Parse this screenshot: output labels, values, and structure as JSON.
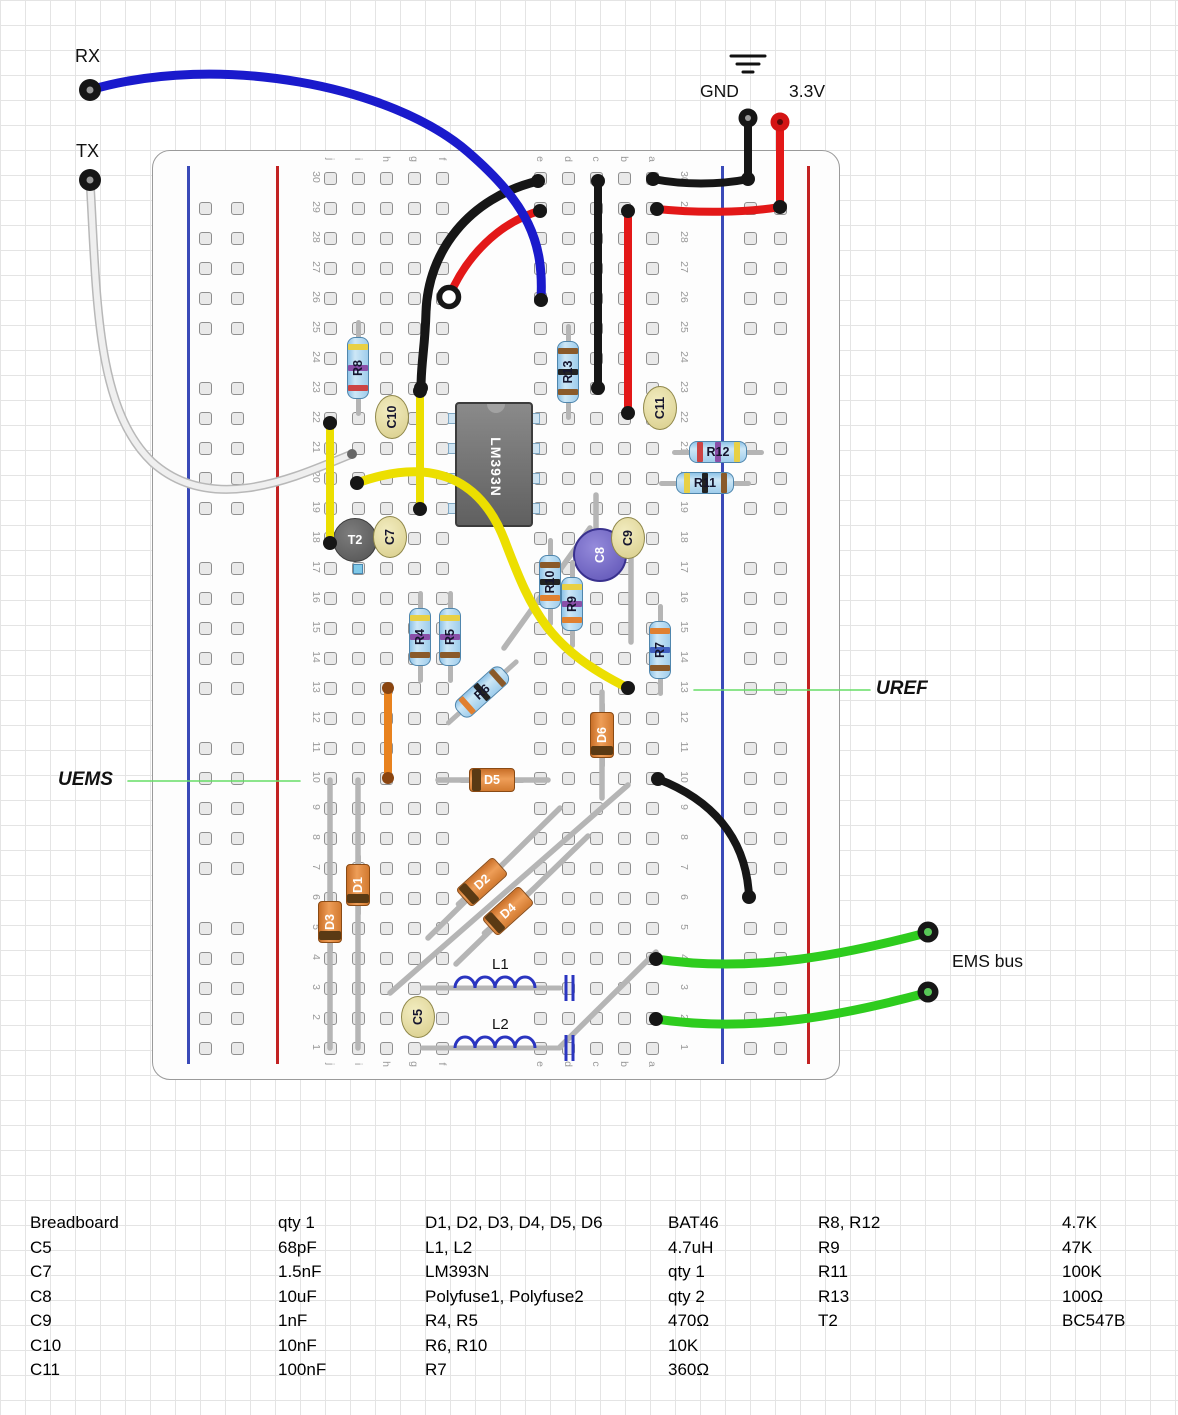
{
  "labels": {
    "rx": "RX",
    "tx": "TX",
    "gnd": "GND",
    "v33": "3.3V",
    "uref": "UREF",
    "uems": "UEMS",
    "ems_bus": "EMS bus"
  },
  "breadboard": {
    "rows": 30,
    "columns_left": [
      "j",
      "i",
      "h",
      "g",
      "f"
    ],
    "columns_right": [
      "e",
      "d",
      "c",
      "b",
      "a"
    ]
  },
  "components": [
    {
      "id": "LM393N",
      "kind": "ic",
      "label": "LM393N"
    },
    {
      "id": "T2",
      "kind": "transistor",
      "label": "T2"
    },
    {
      "id": "C7",
      "kind": "capacitor",
      "label": "C7"
    },
    {
      "id": "C10",
      "kind": "capacitor",
      "label": "C10"
    },
    {
      "id": "C11",
      "kind": "capacitor",
      "label": "C11"
    },
    {
      "id": "R8",
      "kind": "resistor",
      "label": "R8"
    },
    {
      "id": "R13",
      "kind": "resistor",
      "label": "R13"
    },
    {
      "id": "R12",
      "kind": "resistor",
      "label": "R12"
    },
    {
      "id": "R11",
      "kind": "resistor",
      "label": "R11"
    },
    {
      "id": "C8",
      "kind": "capacitor_electrolytic",
      "label": "C8"
    },
    {
      "id": "C9",
      "kind": "capacitor",
      "label": "C9"
    },
    {
      "id": "R10",
      "kind": "resistor",
      "label": "R10"
    },
    {
      "id": "R9",
      "kind": "resistor",
      "label": "R9"
    },
    {
      "id": "R4",
      "kind": "resistor",
      "label": "R4"
    },
    {
      "id": "R5",
      "kind": "resistor",
      "label": "R5"
    },
    {
      "id": "R7",
      "kind": "resistor",
      "label": "R7"
    },
    {
      "id": "R6",
      "kind": "resistor",
      "label": "R6"
    },
    {
      "id": "D6",
      "kind": "diode",
      "label": "D6"
    },
    {
      "id": "D5",
      "kind": "diode",
      "label": "D5"
    },
    {
      "id": "D1",
      "kind": "diode",
      "label": "D1"
    },
    {
      "id": "D3",
      "kind": "diode",
      "label": "D3"
    },
    {
      "id": "D2",
      "kind": "diode",
      "label": "D2"
    },
    {
      "id": "D4",
      "kind": "diode",
      "label": "D4"
    },
    {
      "id": "L1",
      "kind": "inductor",
      "label": "L1"
    },
    {
      "id": "L2",
      "kind": "inductor",
      "label": "L2"
    },
    {
      "id": "C5",
      "kind": "capacitor",
      "label": "C5"
    }
  ],
  "bom": {
    "rows": [
      [
        "Breadboard",
        "qty 1",
        "D1, D2, D3, D4, D5, D6",
        "BAT46",
        "R8, R12",
        "4.7K"
      ],
      [
        "C5",
        "68pF",
        "L1, L2",
        "4.7uH",
        "R9",
        "47K"
      ],
      [
        "C7",
        "1.5nF",
        "LM393N",
        "qty 1",
        "R11",
        "100K"
      ],
      [
        "C8",
        "10uF",
        "Polyfuse1, Polyfuse2",
        "qty 2",
        "R13",
        "100Ω"
      ],
      [
        "C9",
        "1nF",
        "R4, R5",
        "470Ω",
        "T2",
        "BC547B"
      ],
      [
        "C10",
        "10nF",
        "R6, R10",
        "10K",
        "",
        ""
      ],
      [
        "C11",
        "100nF",
        "R7",
        "360Ω",
        "",
        ""
      ]
    ]
  },
  "palette": {
    "wire_blue": "#1a1acc",
    "wire_red": "#e31818",
    "wire_black": "#161616",
    "wire_white": "#efefef",
    "wire_yellow": "#ecdf00",
    "wire_green": "#2ecc1e",
    "wire_orange": "#e8821e",
    "annotation_green": "#66dd66",
    "resistor_body": "#a9d3ee",
    "diode_body": "#e0823c",
    "capacitor_body": "#eae2a8",
    "electrolytic_body": "#7b70cc",
    "ic_body": "#767676",
    "board": "#fdfdfd"
  }
}
